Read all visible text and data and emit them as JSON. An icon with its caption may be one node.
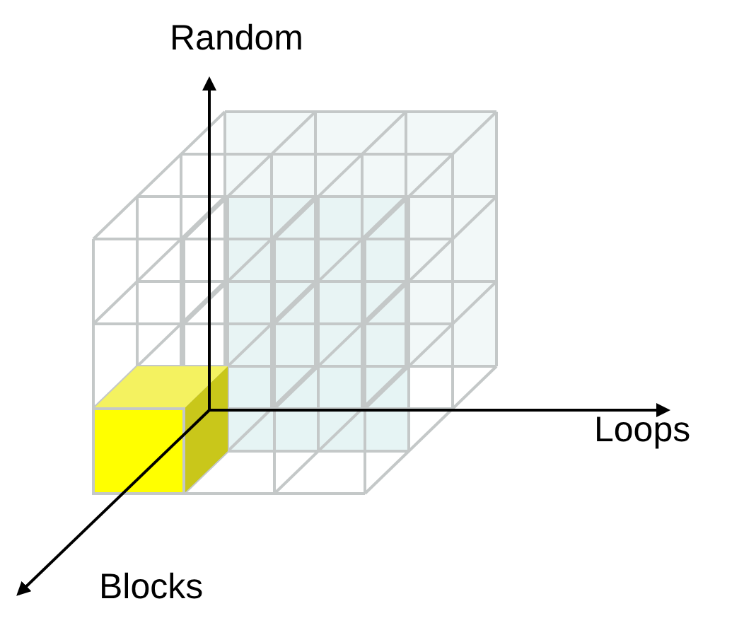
{
  "diagram": {
    "labels": [
      "Random",
      "Loops",
      "Blocks"
    ]
  }
}
